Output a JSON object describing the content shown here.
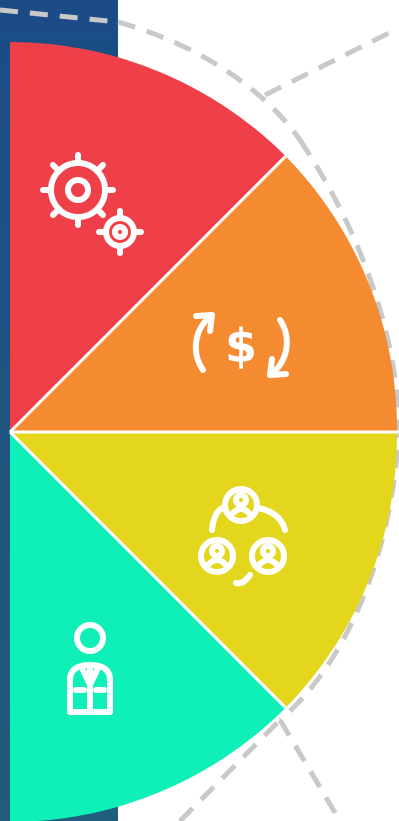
{
  "colors": {
    "background": "#ffffff",
    "left_panel": "#1b4c86",
    "left_panel_bottom": "#1f5d7a",
    "dashed_line": "#c9c9c9",
    "divider": "#ffffff"
  },
  "segments": [
    {
      "id": "settings",
      "color": "#ef404a",
      "icon": "gears-icon"
    },
    {
      "id": "finance",
      "color": "#f58b31",
      "icon": "dollar-refresh-icon"
    },
    {
      "id": "network",
      "color": "#e3d61d",
      "icon": "people-cycle-icon"
    },
    {
      "id": "person",
      "color": "#0fefb8",
      "icon": "businessman-icon"
    }
  ],
  "dollar_symbol": "$"
}
